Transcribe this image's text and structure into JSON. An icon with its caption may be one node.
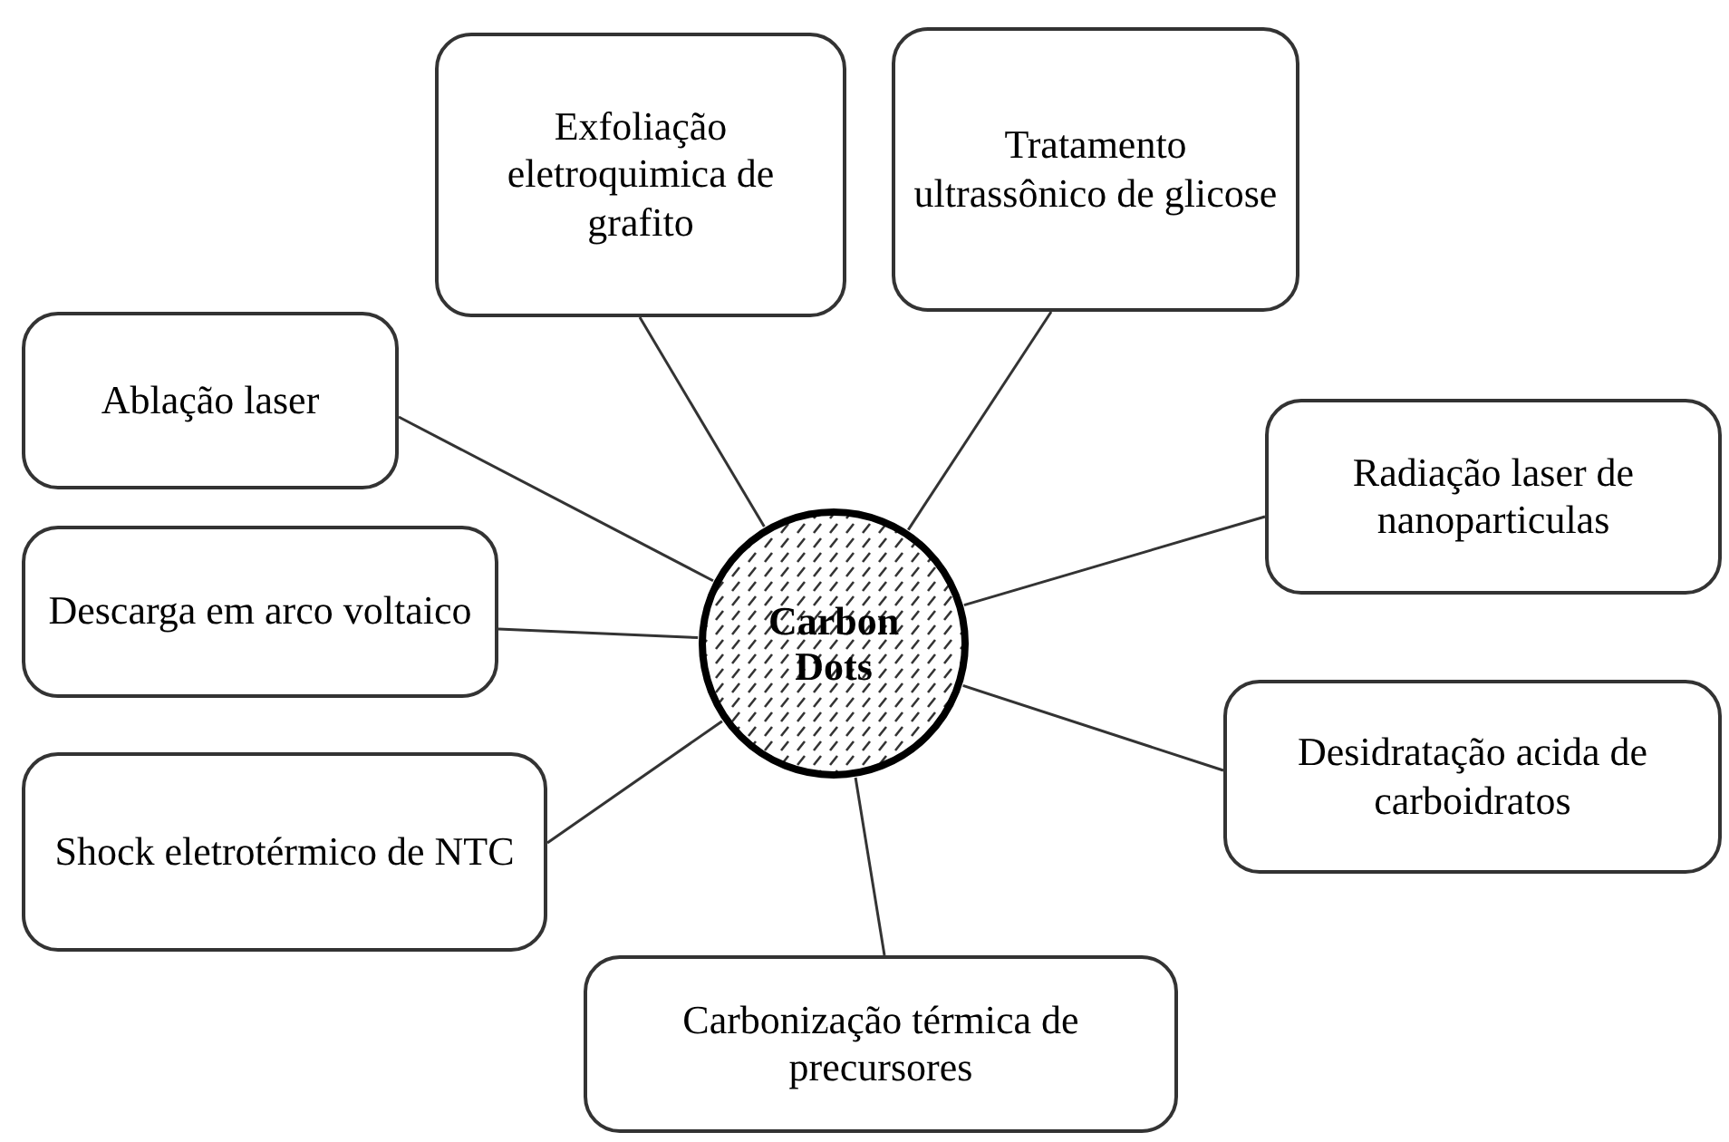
{
  "diagram": {
    "nodes": [
      {
        "text": [
          "Carbon Dots"
        ]
      },
      {
        "text": [
          "Exfoliação eletroquimica de grafito"
        ]
      },
      {
        "text": [
          "Tratamento ultrassônico de glicose"
        ]
      },
      {
        "text": [
          "Ablação laser"
        ]
      },
      {
        "text": [
          "Radiação laser de nanoparticulas"
        ]
      },
      {
        "text": [
          "Descarga em arco voltaico"
        ]
      },
      {
        "text": [
          "Desidratação acida de carboidratos"
        ]
      },
      {
        "text": [
          "Shock eletrotérmico de NTC"
        ]
      },
      {
        "text": [
          "Carbonização térmica de precursores"
        ]
      }
    ],
    "edges": [
      {
        "from": 0,
        "to": 1,
        "arrow": "none"
      },
      {
        "from": 0,
        "to": 2,
        "arrow": "none"
      },
      {
        "from": 0,
        "to": 3,
        "arrow": "none"
      },
      {
        "from": 0,
        "to": 4,
        "arrow": "none"
      },
      {
        "from": 0,
        "to": 5,
        "arrow": "none"
      },
      {
        "from": 0,
        "to": 6,
        "arrow": "none"
      },
      {
        "from": 0,
        "to": 7,
        "arrow": "none"
      },
      {
        "from": 0,
        "to": 8,
        "arrow": "none"
      }
    ]
  }
}
